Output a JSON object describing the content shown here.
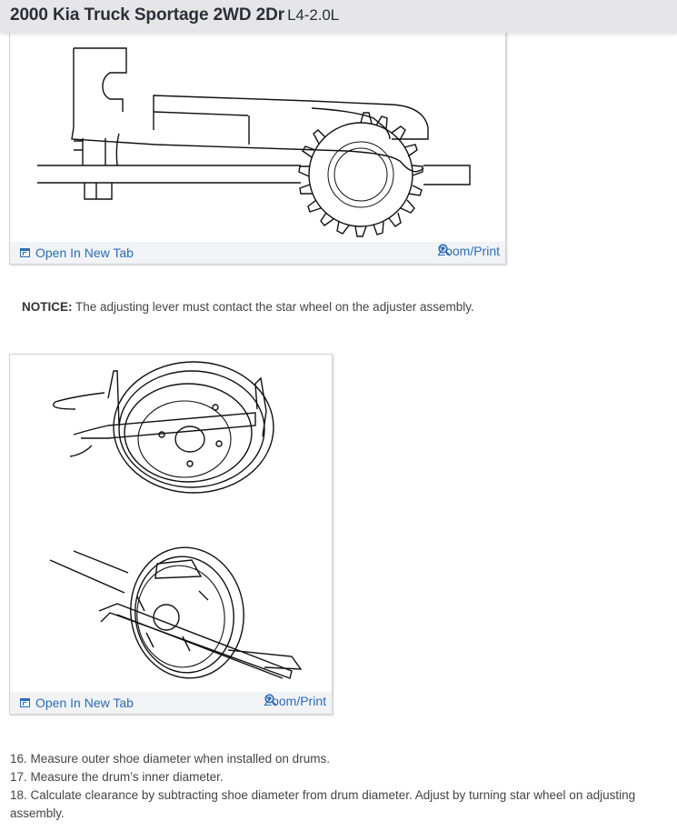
{
  "header": {
    "title": "2000 Kia Truck Sportage 2WD 2Dr",
    "engine": "L4-2.0L"
  },
  "figures": [
    {
      "description": "Adjusting lever contacting star wheel on adjuster assembly",
      "open_label": "Open In New Tab",
      "zoom_label": "Zoom/Print",
      "open_icon": "open-new-tab-icon",
      "zoom_icon": "zoom-in-icon"
    },
    {
      "description": "Measuring brake drum inner diameter and shoe outer diameter with calipers",
      "open_label": "Open In New Tab",
      "zoom_label": "Zoom/Print",
      "open_icon": "open-new-tab-icon",
      "zoom_icon": "zoom-in-icon"
    }
  ],
  "notice": {
    "label": "NOTICE:",
    "text": " The adjusting lever must contact the star wheel on the adjuster assembly."
  },
  "steps": [
    "16. Measure outer shoe diameter when installed on drums.",
    "17. Measure the drum’s inner diameter.",
    "18. Calculate clearance by subtracting shoe diameter from drum diameter. Adjust by turning star wheel on adjusting assembly."
  ],
  "colors": {
    "header_bg": "#e6e6e8",
    "link": "#2c6db4",
    "footer_bg": "#f1f3f6"
  }
}
